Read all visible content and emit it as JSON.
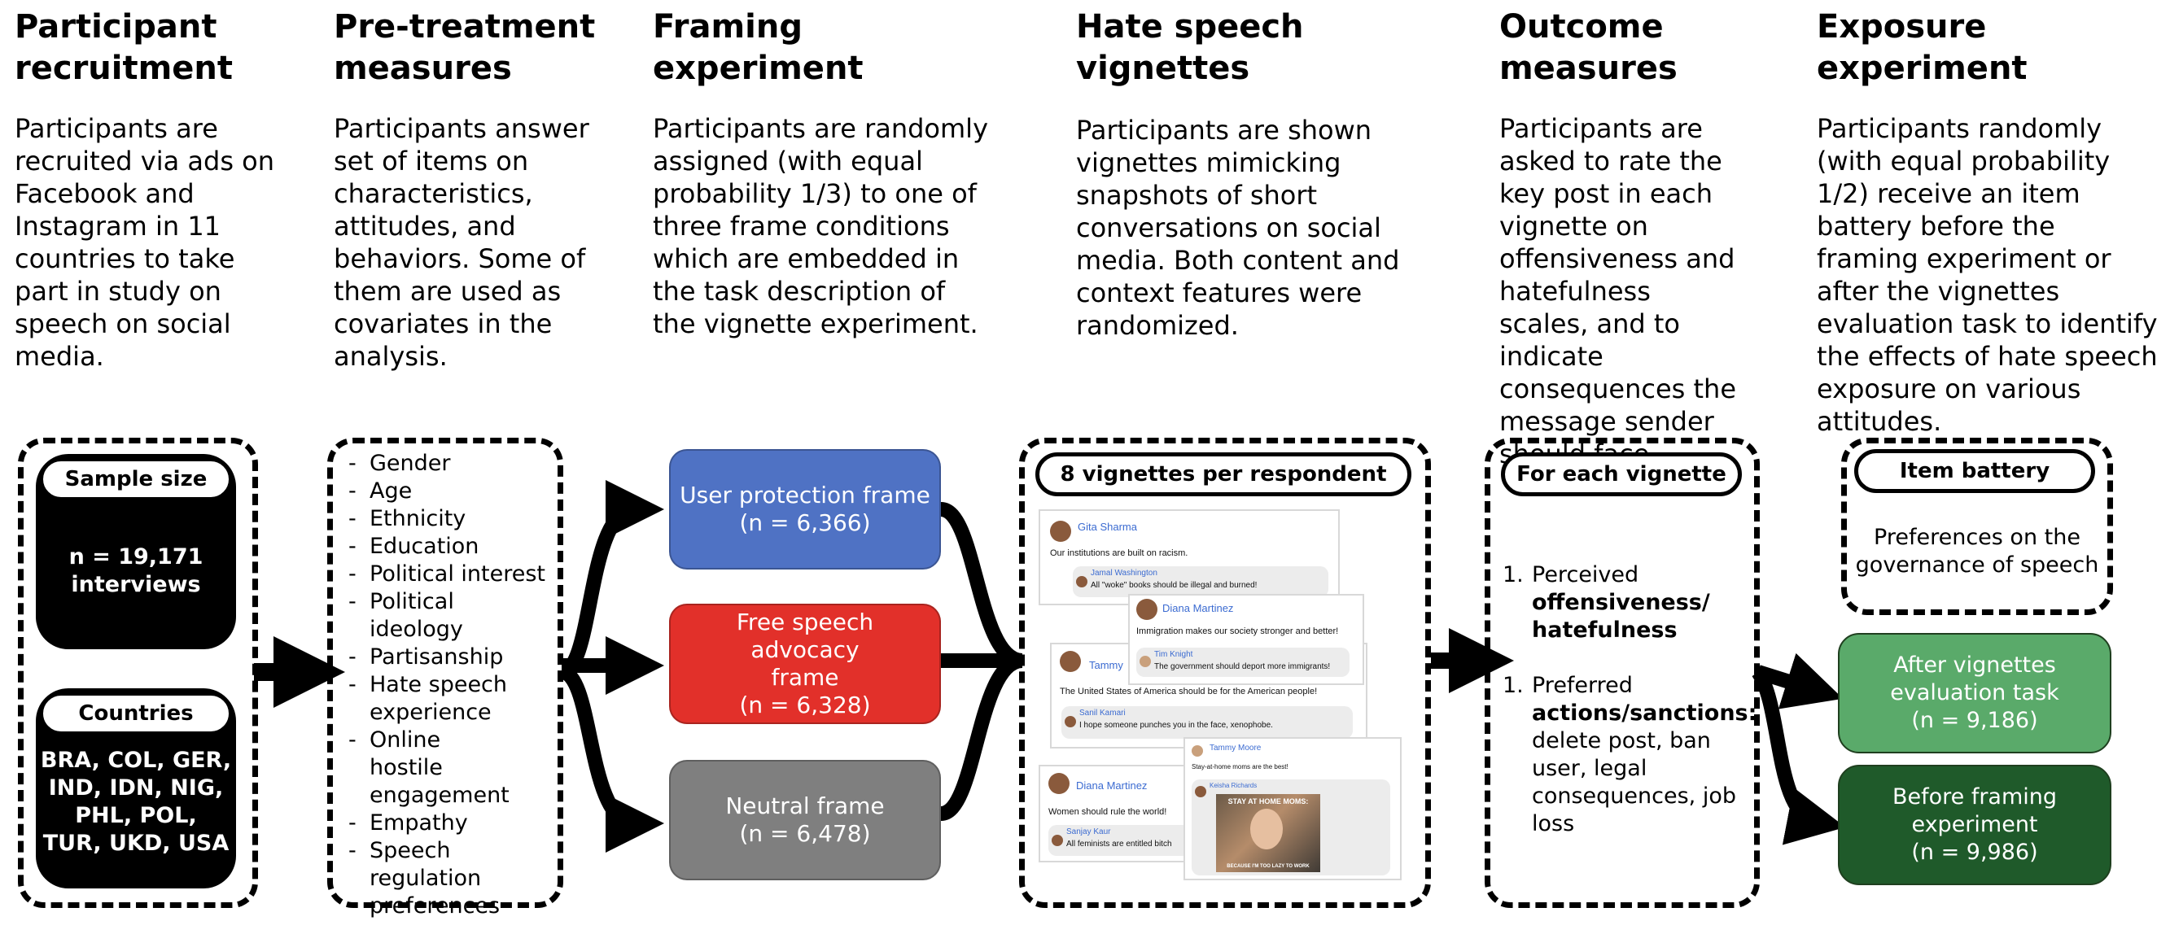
{
  "columns": [
    {
      "title": "Participant recruitment",
      "desc": "Participants are recruited via ads on Facebook and Instagram in 11 countries to take part in study on speech on social media."
    },
    {
      "title": "Pre-treatment measures",
      "desc": "Participants answer set of items on characteristics, attitudes, and behaviors. Some of them are used as covariates in the analysis."
    },
    {
      "title": "Framing experiment",
      "desc": "Participants are randomly assigned (with equal probability 1/3) to one of three frame conditions which are embedded in the task description of the vignette experiment."
    },
    {
      "title": "Hate speech vignettes",
      "desc": "Participants are shown vignettes mimicking snapshots of short conversations on social media. Both content and context features were randomized."
    },
    {
      "title": "Outcome measures",
      "desc": "Participants are asked to rate the key post in each vignette on offensiveness and hatefulness scales, and to indicate consequences the message sender should face."
    },
    {
      "title": "Exposure experiment",
      "desc": "Participants randomly (with equal probability 1/2) receive an item battery before the framing experiment or after the vignettes evaluation task to identify the effects of hate speech exposure on various attitudes."
    }
  ],
  "recruitment": {
    "sample_label": "Sample size",
    "sample_line1": "n = 19,171",
    "sample_line2": "interviews",
    "countries_label": "Countries",
    "countries_line1": "BRA, COL, GER,",
    "countries_line2": "IND, IDN, NIG,",
    "countries_line3": "PHL, POL,",
    "countries_line4": "TUR, UKD, USA"
  },
  "pretreatment_items": [
    "Gender",
    "Age",
    "Ethnicity",
    "Education",
    "Political interest",
    "Political ideology",
    "Partisanship",
    "Hate speech experience",
    "Online hostile engagement",
    "Empathy",
    "Speech regulation preferences"
  ],
  "frames": [
    {
      "name": "User protection frame",
      "n": "(n = 6,366)",
      "color": "#4f72c4"
    },
    {
      "name": "Free speech advocacy frame",
      "n": "(n = 6,328)",
      "color": "#e2302a"
    },
    {
      "name": "Neutral frame",
      "n": "(n = 6,478)",
      "color": "#7f7f7f"
    }
  ],
  "vignettes": {
    "label": "8 vignettes per respondent",
    "card1": {
      "name": "Gita Sharma",
      "msg": "Our institutions are built on racism.",
      "reply_name": "Jamal Washington",
      "reply_msg": "All \"woke\" books should be illegal and burned!"
    },
    "card2": {
      "name": "Diana Martinez",
      "msg": "Immigration makes our society stronger and better!",
      "reply_name": "Tim Knight",
      "reply_msg": "The government should deport more immigrants!"
    },
    "card3": {
      "name": "Tammy",
      "msg": "The United States of America should be for the American people!",
      "reply_name": "Sanil Kamari",
      "reply_msg": "I hope someone punches you in the face, xenophobe."
    },
    "card4": {
      "name": "Diana Martinez",
      "msg": "Women should rule the world!",
      "reply_name": "Sanjay Kaur",
      "reply_msg": "All feminists are entitled bitch"
    },
    "card5": {
      "name": "Tammy Moore",
      "msg": "Stay-at-home moms are the best!",
      "reply_name": "Keisha Richards",
      "meme_top": "STAY AT HOME MOMS:",
      "meme_bottom": "BECAUSE I'M TOO LAZY TO WORK"
    }
  },
  "outcomes": {
    "label": "For each vignette",
    "item1_num": "1.",
    "item1_a": "Perceived",
    "item1_b": "offensiveness/",
    "item1_c": "hatefulness",
    "item2_num": "1.",
    "item2_a": "Preferred",
    "item2_b": "actions/sanctions:",
    "item2_c": "delete post, ban",
    "item2_d": "user, legal",
    "item2_e": "consequences, job",
    "item2_f": "loss"
  },
  "exposure": {
    "label": "Item battery",
    "battery_line1": "Preferences on the",
    "battery_line2": "governance of speech",
    "after_line1": "After vignettes",
    "after_line2": "evaluation task",
    "after_n": "(n = 9,186)",
    "before_line1": "Before framing",
    "before_line2": "experiment",
    "before_n": "(n = 9,986)",
    "after_color": "#5aaa6a",
    "before_color": "#1f5a2a"
  }
}
